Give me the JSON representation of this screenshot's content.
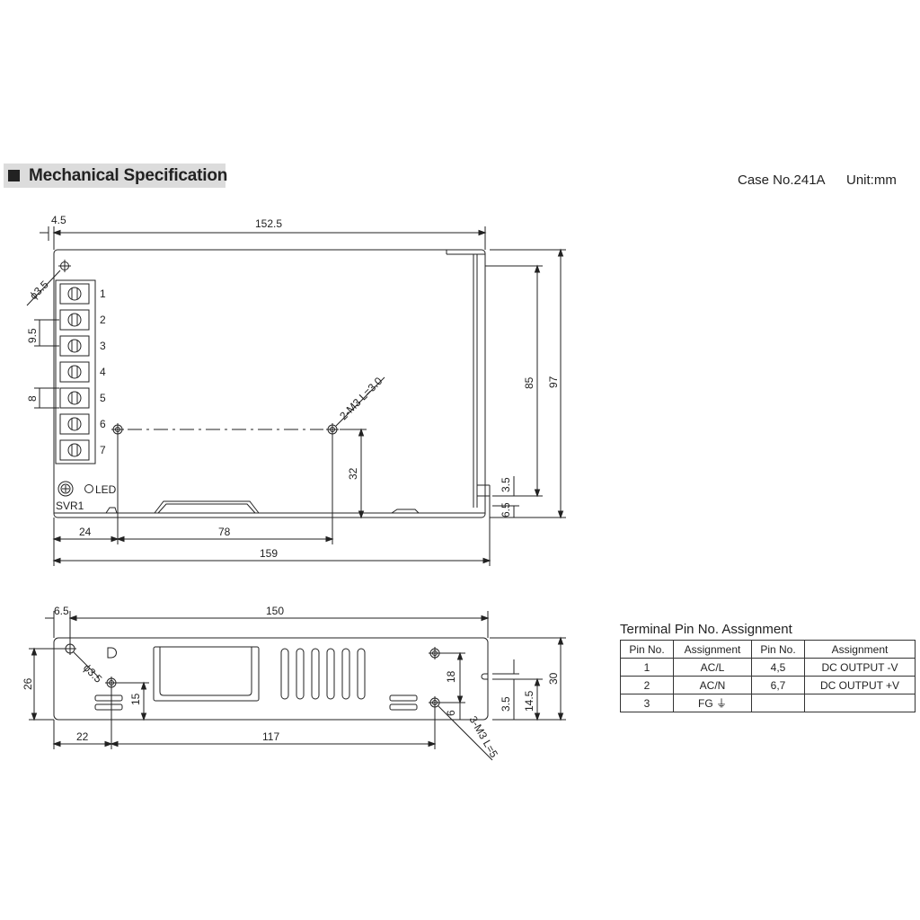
{
  "header": {
    "title": "Mechanical Specification",
    "case_no": "Case No.241A",
    "unit": "Unit:mm"
  },
  "top_view": {
    "dimensions": {
      "left_offset": "4.5",
      "width_top": "152.5",
      "hole_dia": "ϕ3.5",
      "pitch": "9.5",
      "terminal_width": "8",
      "mount_screw": "2-M3 L=3.0",
      "height_inner": "85",
      "height_total": "97",
      "hole_height": "32",
      "base_3_5": "3.5",
      "base_6_5": "6.5",
      "bottom_24": "24",
      "bottom_78": "78",
      "bottom_159": "159"
    },
    "terminal_numbers": [
      "1",
      "2",
      "3",
      "4",
      "5",
      "6",
      "7"
    ],
    "led_label": "LED",
    "svr_label": "SVR1"
  },
  "side_view": {
    "dimensions": {
      "left_offset": "6.5",
      "width_top": "150",
      "hole_dia": "ϕ3.5",
      "height_26": "26",
      "height_15": "15",
      "height_18": "18",
      "height_6": "6",
      "height_3_5": "3.5",
      "height_14_5": "14.5",
      "height_30": "30",
      "screw": "3-M3 L=5",
      "bottom_22": "22",
      "bottom_117": "117"
    }
  },
  "pin_table": {
    "title": "Terminal Pin No.  Assignment",
    "headers": [
      "Pin No.",
      "Assignment",
      "Pin No.",
      "Assignment"
    ],
    "rows": [
      [
        "1",
        "AC/L",
        "4,5",
        "DC OUTPUT -V"
      ],
      [
        "2",
        "AC/N",
        "6,7",
        "DC OUTPUT +V"
      ],
      [
        "3",
        "FG ⏚",
        "",
        ""
      ]
    ]
  }
}
